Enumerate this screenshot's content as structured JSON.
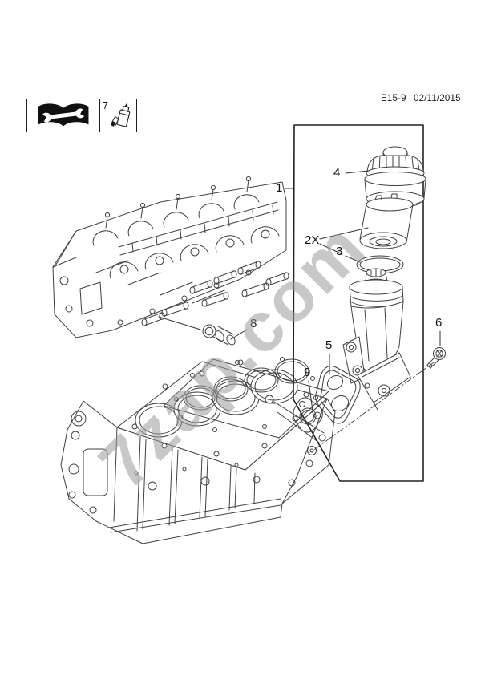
{
  "header": {
    "diagram_code": "E15-9",
    "date": "02/11/2015"
  },
  "legend": {
    "sealant_number": "7",
    "icons": [
      "book-wrench-icon",
      "sealant-bottle-icon"
    ]
  },
  "callouts": {
    "c1": "1",
    "c4": "4",
    "c2x": "2X",
    "c3": "3",
    "c5": "5",
    "c9": "9",
    "c6": "6",
    "c8": "8"
  },
  "watermark": {
    "text": "7zap.com",
    "color": "#c6c6c6"
  },
  "colors": {
    "line_art": "#404040",
    "box_border": "#222222",
    "text": "#1a1a1a",
    "background": "#ffffff"
  }
}
